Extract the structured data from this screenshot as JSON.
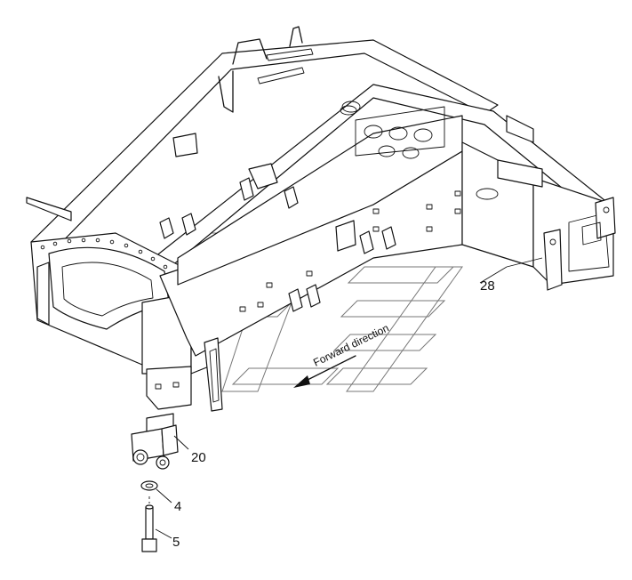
{
  "callouts": {
    "part_28": "28",
    "part_20": "20",
    "part_4": "4",
    "part_5": "5"
  },
  "annotation": {
    "direction_text": "Forward direction"
  }
}
